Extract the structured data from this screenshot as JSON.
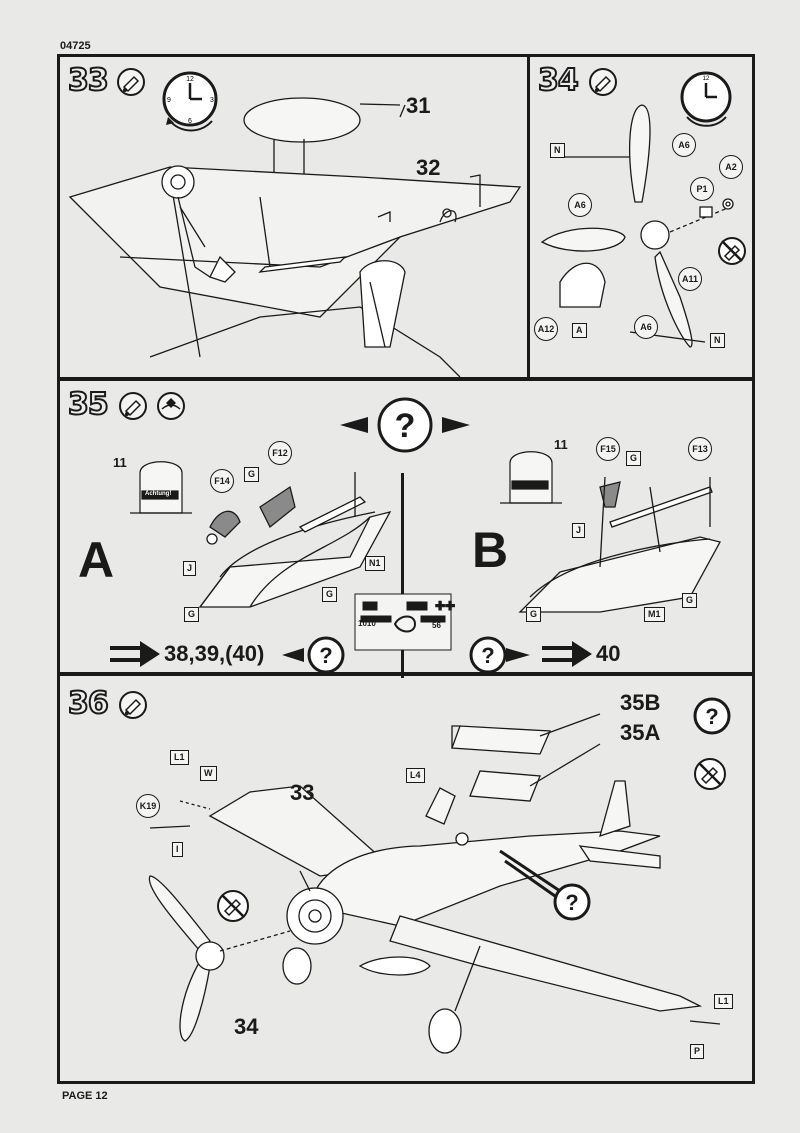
{
  "document": {
    "code": "04725",
    "page_label": "PAGE 12"
  },
  "steps": {
    "s33": {
      "number": "33",
      "part_31": "31",
      "part_32": "32"
    },
    "s34": {
      "number": "34",
      "labels": [
        "N",
        "A6",
        "A6",
        "P1",
        "A2",
        "A11",
        "A12",
        "A",
        "A6",
        "N"
      ]
    },
    "s35": {
      "number": "35",
      "variant_a": "A",
      "variant_b": "B",
      "part_11_a": "11",
      "part_11_b": "11",
      "sticker_text": "Achtung!",
      "a_labels": {
        "f12": "F12",
        "f14": "F14",
        "g1": "G",
        "j": "J",
        "n1": "N1",
        "g2": "G",
        "g3": "G"
      },
      "b_labels": {
        "f15": "F15",
        "f13": "F13",
        "g1": "G",
        "j": "J",
        "m1": "M1",
        "g2": "G",
        "g3": "G"
      },
      "goto_a": "38,39,(40)",
      "goto_b": "40",
      "decal_numbers": [
        "1010",
        "56"
      ]
    },
    "s36": {
      "number": "36",
      "part_33": "33",
      "part_34": "34",
      "ref_35b": "35B",
      "ref_35a": "35A",
      "labels": {
        "l1a": "L1",
        "w": "W",
        "k19": "K19",
        "i": "I",
        "l4": "L4",
        "l1b": "L1",
        "p": "P"
      }
    }
  },
  "icons": [
    "glue-icon",
    "clock-icon",
    "no-glue-icon",
    "decal-icon",
    "question-icon",
    "arrow-icon"
  ]
}
